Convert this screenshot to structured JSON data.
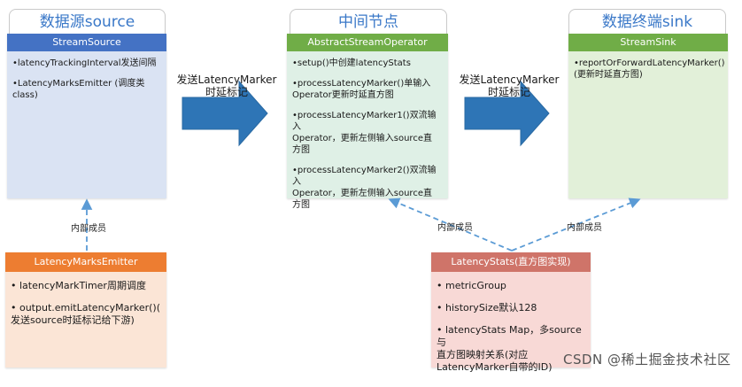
{
  "colors": {
    "blue_header": "#4472c4",
    "green_header": "#70ad47",
    "orange_header": "#ed7d31",
    "red_header": "#cf7469",
    "source_body": "#dae3f3",
    "operator_body": "#dff0e6",
    "sink_body": "#e2f0d9",
    "emitter_body": "#fbe5d6",
    "stats_body": "#f8d9d6",
    "arrow": "#2e75b6",
    "dashed": "#5b9bd5",
    "tab_text": "#3a78c8"
  },
  "source": {
    "tab": "数据源source",
    "header": "StreamSource",
    "items": [
      "•latencyTrackingInterval发送间隔",
      "•LatencyMarksEmitter (调度类class)"
    ]
  },
  "operator": {
    "tab": "中间节点",
    "header": "AbstractStreamOperator",
    "items": [
      "•setup()中创建latencyStats",
      "•processLatencyMarker()单输入\nOperator更新时延直方图",
      "•processLatencyMarker1()双流输入\nOperator，更新左侧输入source直\n方图",
      "•processLatencyMarker2()双流输入\nOperator，更新左侧输入source直\n方图"
    ]
  },
  "sink": {
    "tab": "数据终端sink",
    "header": "StreamSink",
    "items": [
      "•reportOrForwardLatencyMarker()\n(更新时延直方图)"
    ]
  },
  "emitter": {
    "header": "LatencyMarksEmitter",
    "items": [
      "• latencyMarkTimer周期调度",
      "• output.emitLatencyMarker()(\n发送source时延标记给下游)"
    ]
  },
  "stats": {
    "header": "LatencyStats(直方图实现)",
    "items": [
      "• metricGroup",
      "• historySize默认128",
      "• latencyStats Map，多source与\n直方图映射关系(对应\nLatencyMarker自带的ID)"
    ]
  },
  "arrows": {
    "left_label": "发送LatencyMarker\n时延标记",
    "right_label": "发送LatencyMarker\n时延标记"
  },
  "relations": {
    "emitter_label": "内部成员",
    "operator_label": "内部成员",
    "sink_label": "内部成员"
  },
  "watermark": "CSDN @稀土掘金技术社区"
}
